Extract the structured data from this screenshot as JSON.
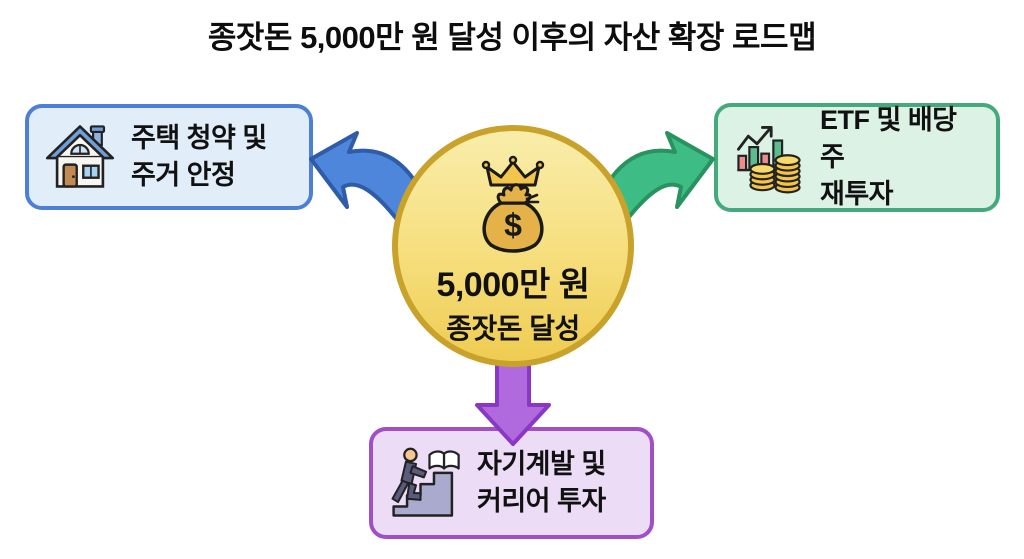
{
  "title": "종잣돈 5,000만 원 달성 이후의 자산 확장 로드맵",
  "center": {
    "icon": "money-bag-crown-icon",
    "line1": "5,000만 원",
    "line2": "종잣돈 달성",
    "fill_top": "#f9edaa",
    "fill_bottom": "#efcc52",
    "border": "#c9a22c"
  },
  "nodes": {
    "housing": {
      "icon": "house-icon",
      "line1": "주택 청약 및",
      "line2": "주거 안정",
      "bg": "#e2edfa",
      "border": "#4d7fd6"
    },
    "etf": {
      "icon": "investment-chart-coins-icon",
      "line1": "ETF 및 배당주",
      "line2": "재투자",
      "bg": "#dcf2e5",
      "border": "#44a97c"
    },
    "career": {
      "icon": "career-stairs-book-icon",
      "line1": "자기계발 및",
      "line2": "커리어 투자",
      "bg": "#ecdcf6",
      "border": "#a14fc9"
    }
  },
  "arrows": {
    "left": {
      "direction": "to-housing",
      "fill": "#4d86da",
      "stroke": "#2e5ca6"
    },
    "right": {
      "direction": "to-etf",
      "fill": "#3ebc85",
      "stroke": "#28935f"
    },
    "down": {
      "direction": "to-career",
      "fill": "#b16ade",
      "stroke": "#8a38c4"
    }
  }
}
